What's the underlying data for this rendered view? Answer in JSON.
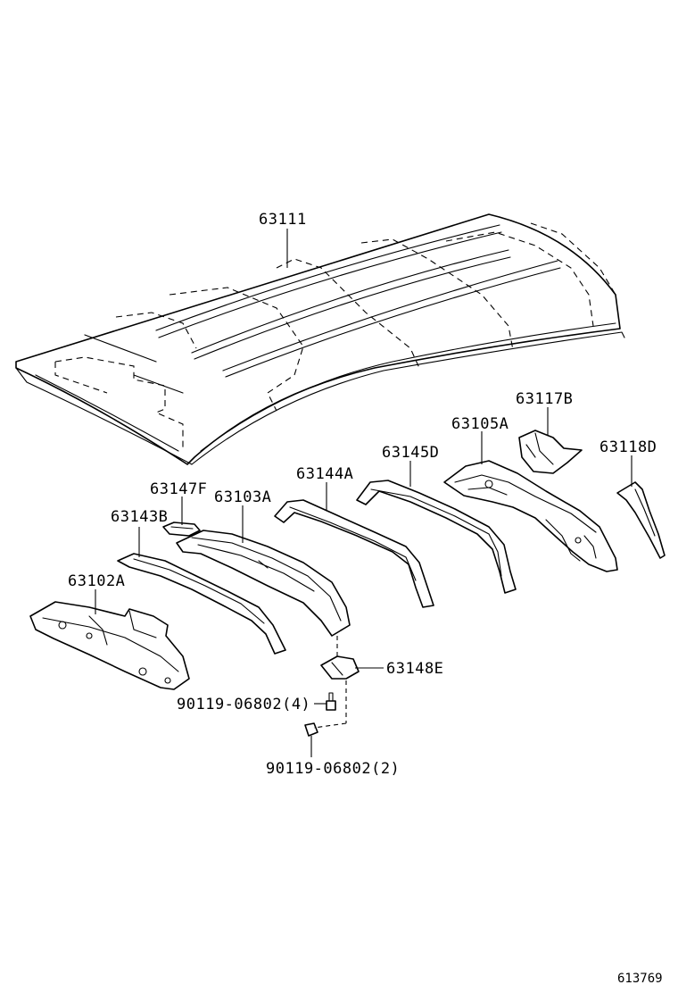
{
  "labels": {
    "roof_panel": "63111",
    "rear_header_panel": "63117B",
    "rear_rail_panel": "63105A",
    "side_brace": "63118D",
    "bow_rear": "63145D",
    "bow_mid": "63144A",
    "bow_front_mid": "63103A",
    "small_bracket": "63147F",
    "bow_front": "63143B",
    "front_header": "63102A",
    "gusset": "63148E",
    "bolt_upper": "90119-06802(4)",
    "bolt_lower": "90119-06802(2)"
  },
  "figure_ref": "613769"
}
